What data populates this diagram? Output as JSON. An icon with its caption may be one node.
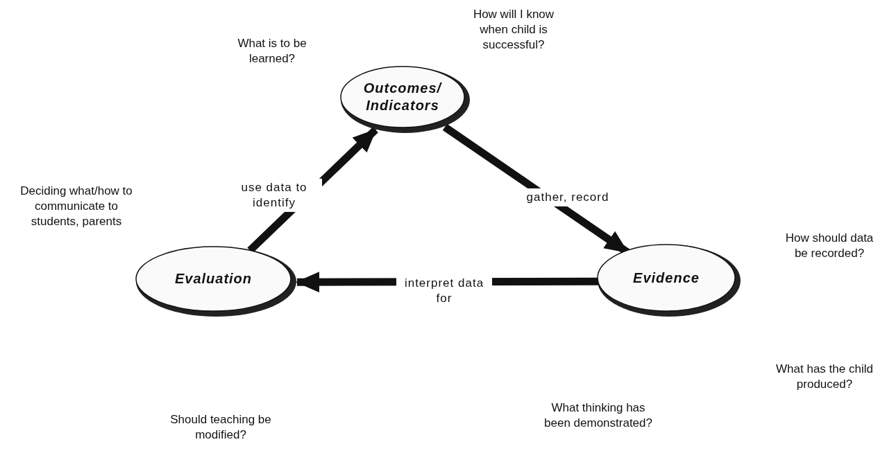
{
  "diagram": {
    "nodes": [
      {
        "text": [
          "Outcomes/ Indicators"
        ]
      },
      {
        "text": [
          "Evaluation"
        ]
      },
      {
        "text": [
          "Evidence"
        ]
      }
    ],
    "edges": [
      {
        "from": 1,
        "to": 0,
        "arrow": "to",
        "label": "use data to identify"
      },
      {
        "from": 0,
        "to": 2,
        "arrow": "to",
        "label": "gather, record"
      },
      {
        "from": 2,
        "to": 1,
        "arrow": "to",
        "label": "interpret data for"
      }
    ],
    "labels": [
      "What is to be learned?",
      "How will I know when child is successful?",
      "Deciding what/how to communicate to students, parents",
      "How should data be recorded?",
      "What has the child produced?",
      "Should teaching be modified?",
      "What thinking has been demonstrated?"
    ]
  }
}
